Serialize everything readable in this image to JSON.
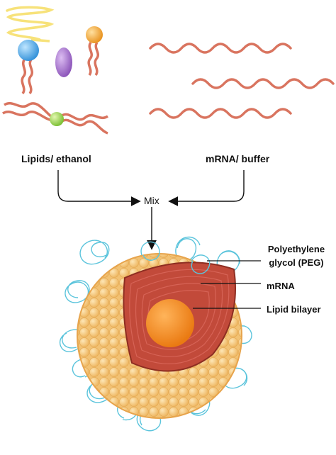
{
  "labels": {
    "lipids_ethanol": "Lipids/ ethanol",
    "mrna_buffer": "mRNA/ buffer",
    "mix": "Mix",
    "peg_line1": "Polyethylene",
    "peg_line2": "glycol (PEG)",
    "mrna": "mRNA",
    "lipid_bilayer": "Lipid bilayer"
  },
  "colors": {
    "lipid_tail": "#d9745f",
    "peg": "#5bc4dc",
    "head_blue": "#4aa8e6",
    "head_orange": "#f5a623",
    "head_green": "#8fd04a",
    "cholesterol_purple": "#9a64c4",
    "sphere_fill": "#f6cf86",
    "shell_red": "#c2463a",
    "core_orange": "#f28a22"
  }
}
